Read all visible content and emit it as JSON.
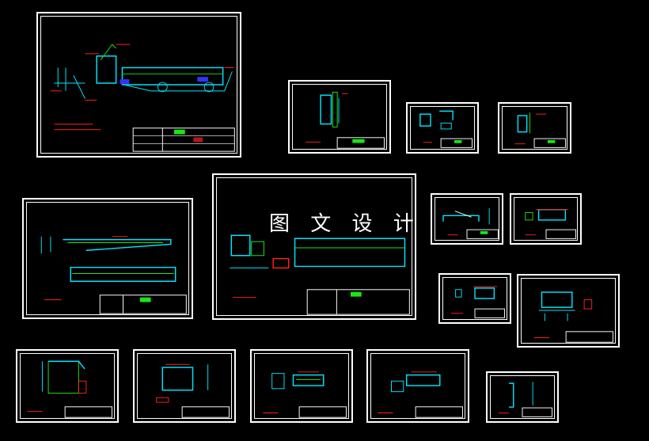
{
  "canvas": {
    "background": "#000000"
  },
  "watermark": {
    "text": "图 文 设 计"
  },
  "colors": {
    "frame": "#ffffff",
    "cyan": "#00e5ff",
    "green": "#19e619",
    "red": "#ff2020",
    "yellow": "#e6e600",
    "white": "#ffffff"
  },
  "sheets": [
    "drawing-sheet-large-assembly",
    "drawing-sheet-part-a",
    "drawing-sheet-part-b",
    "drawing-sheet-part-c",
    "drawing-sheet-frame-assembly",
    "drawing-sheet-main-conveyor",
    "drawing-sheet-part-d",
    "drawing-sheet-part-e",
    "drawing-sheet-part-f",
    "drawing-sheet-part-g",
    "drawing-sheet-part-h",
    "drawing-sheet-part-i",
    "drawing-sheet-part-j",
    "drawing-sheet-part-k",
    "drawing-sheet-part-l"
  ]
}
